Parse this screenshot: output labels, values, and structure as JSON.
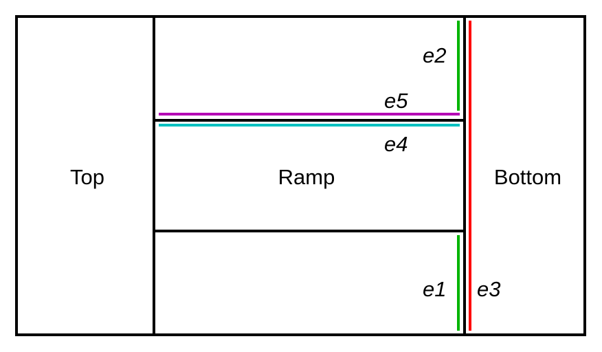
{
  "regions": {
    "top": "Top",
    "ramp": "Ramp",
    "bottom": "Bottom"
  },
  "edges": {
    "e1": {
      "label": "e1",
      "color": "#00b400"
    },
    "e2": {
      "label": "e2",
      "color": "#00b400"
    },
    "e3": {
      "label": "e3",
      "color": "#ff0000"
    },
    "e4": {
      "label": "e4",
      "color": "#00c0c0"
    },
    "e5": {
      "label": "e5",
      "color": "#b400b4"
    }
  }
}
